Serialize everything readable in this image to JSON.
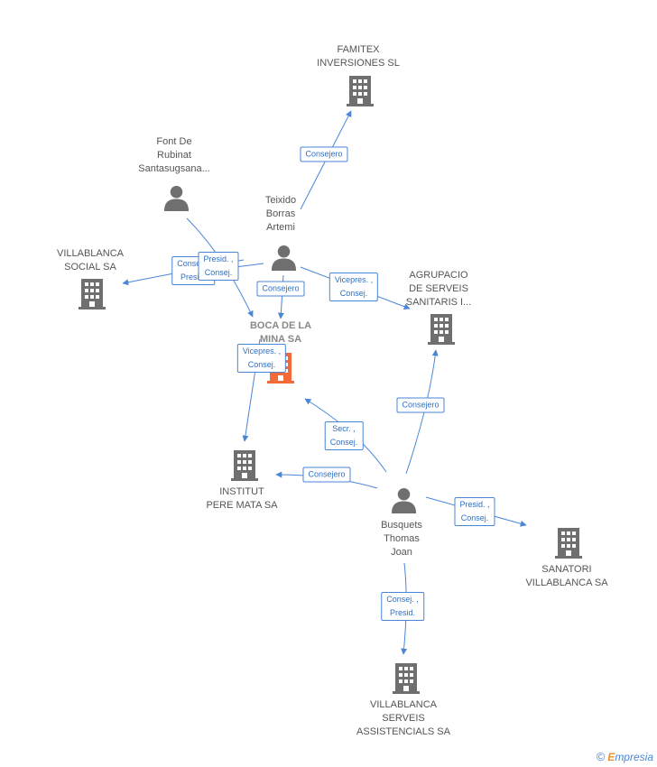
{
  "colors": {
    "edge": "#4a86d8",
    "company": "#6f6f6f",
    "focus_company": "#f26a3a",
    "person": "#6f6f6f"
  },
  "nodes": {
    "famitex": {
      "label": "FAMITEX\nINVERSIONES SL",
      "icon": "building-icon"
    },
    "font": {
      "label": "Font De\nRubinat\nSantasugsana...",
      "icon": "person-icon"
    },
    "teixido": {
      "label": "Teixido\nBorras\nArtemi",
      "icon": "person-icon"
    },
    "villablanca_social": {
      "label": "VILLABLANCA\nSOCIAL SA",
      "icon": "building-icon"
    },
    "agrupacio": {
      "label": "AGRUPACIO\nDE SERVEIS\nSANITARIS I...",
      "icon": "building-icon"
    },
    "boca": {
      "label": "BOCA DE LA\nMINA SA",
      "icon": "building-icon"
    },
    "institut": {
      "label": "INSTITUT\nPERE MATA SA",
      "icon": "building-icon"
    },
    "busquets": {
      "label": "Busquets\nThomas\nJoan",
      "icon": "person-icon"
    },
    "sanatori": {
      "label": "SANATORI\nVILLABLANCA SA",
      "icon": "building-icon"
    },
    "villablanca_serveis": {
      "label": "VILLABLANCA\nSERVEIS\nASSISTENCIALS SA",
      "icon": "building-icon"
    }
  },
  "edges": {
    "teixido_famitex": "Consejero",
    "font_villablanca_social": "Consej. ,\nPresid.",
    "teixido_villablanca_social": "Presid. ,\nConsej.",
    "teixido_boca": "Consejero",
    "teixido_agrupacio": "Vicepres. ,\nConsej.",
    "font_institut": "Vicepres. ,\nConsej.",
    "busquets_boca": "Secr. ,\nConsej.",
    "busquets_agrupacio": "Consejero",
    "busquets_institut": "Consejero",
    "busquets_sanatori": "Presid. ,\nConsej.",
    "busquets_villablanca_serveis": "Consej. ,\nPresid."
  },
  "brand": {
    "copyright": "©",
    "name_e": "E",
    "name_rest": "mpresia"
  }
}
